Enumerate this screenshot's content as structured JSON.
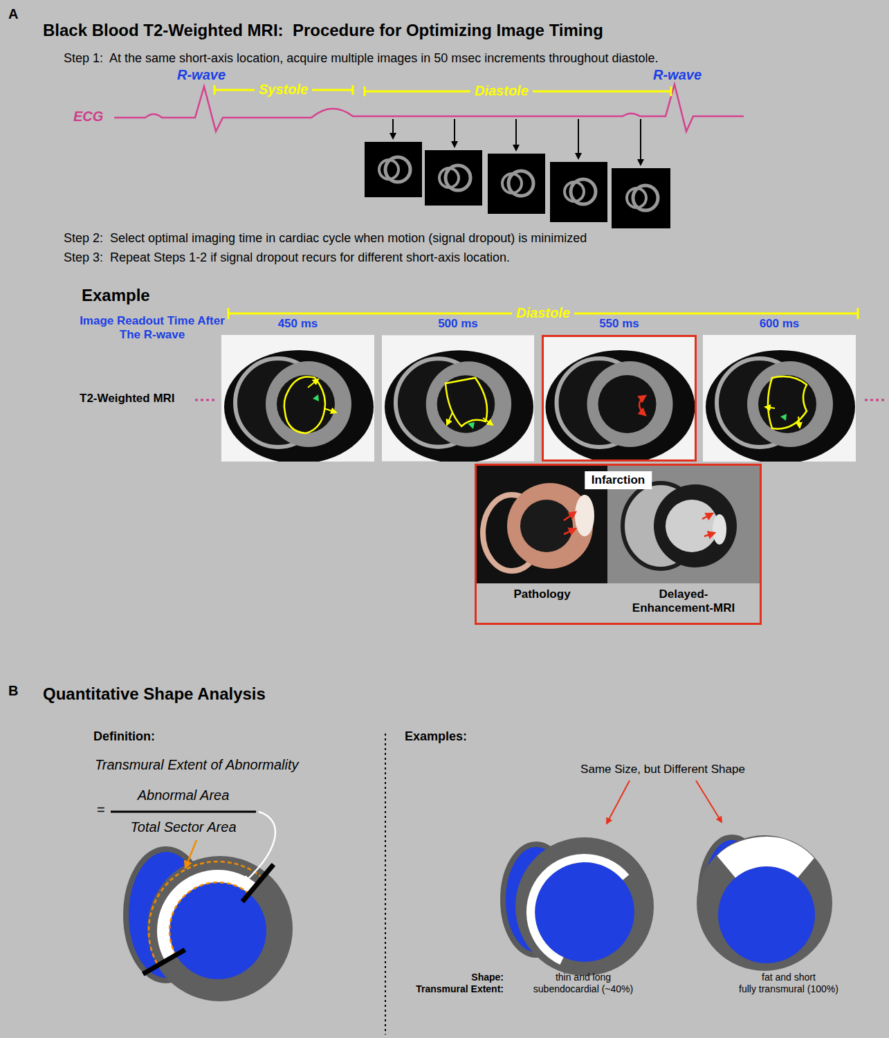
{
  "diagram": {
    "nodes": [
      {
        "text": [
          "450 ms"
        ]
      },
      {
        "text": [
          "500 ms"
        ]
      },
      {
        "text": [
          "550 ms"
        ]
      },
      {
        "text": [
          "600 ms"
        ]
      },
      {
        "text": [
          "Infarction"
        ]
      },
      {
        "text": [
          "Pathology"
        ],
        "in": 4
      },
      {
        "text": [
          "Delayed-Enhancement-MRI"
        ],
        "in": 4
      }
    ],
    "labels": [
      "A",
      "Black Blood T2-Weighted MRI:  Procedure for Optimizing Image Timing",
      "Step 1:  At the same short-axis location, acquire multiple images in 50 msec increments throughout diastole.",
      "R-wave",
      "Systole",
      "Diastole",
      "R-wave",
      "ECG",
      "Step 2:  Select optimal imaging time in cardiac cycle when motion (signal dropout) is minimized",
      "Step 3:  Repeat Steps 1-2 if signal dropout recurs for different short-axis location.",
      "Example",
      "Image Readout Time After The R-wave",
      "Diastole",
      "T2-Weighted MRI",
      "B",
      "Quantitative Shape Analysis",
      "Definition:",
      "Transmural Extent of Abnormality",
      "=",
      "Abnormal Area",
      "Total Sector Area",
      "Examples:",
      "Same Size, but Different Shape",
      "Shape:",
      "Transmural Extent:",
      "thin and long",
      "subendocardial (~40%)",
      "fat and short",
      "fully transmural (100%)"
    ]
  }
}
